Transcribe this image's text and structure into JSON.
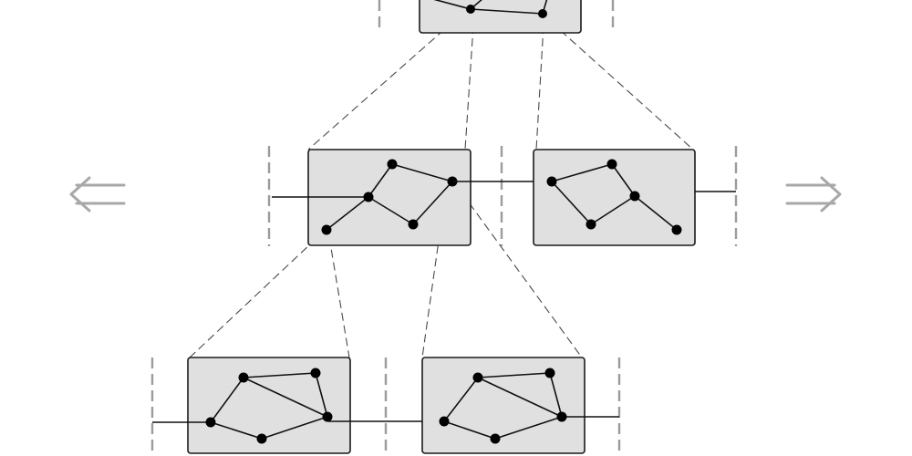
{
  "diagram": {
    "type": "hierarchical-graph-partition",
    "levels": [
      {
        "level": 0,
        "partitions": 1
      },
      {
        "level": 1,
        "partitions": 2
      },
      {
        "level": 2,
        "partitions": 2
      }
    ],
    "navigation": {
      "left_icon": "double-left-arrow-icon",
      "right_icon": "double-right-arrow-icon"
    },
    "colors": {
      "box_fill": "#e0e0e0",
      "box_stroke": "#1a1a1a",
      "node": "#000000",
      "projection_line": "#4a4a4a",
      "separator": "#9c9c9c",
      "arrow": "#a8a8a8"
    }
  }
}
